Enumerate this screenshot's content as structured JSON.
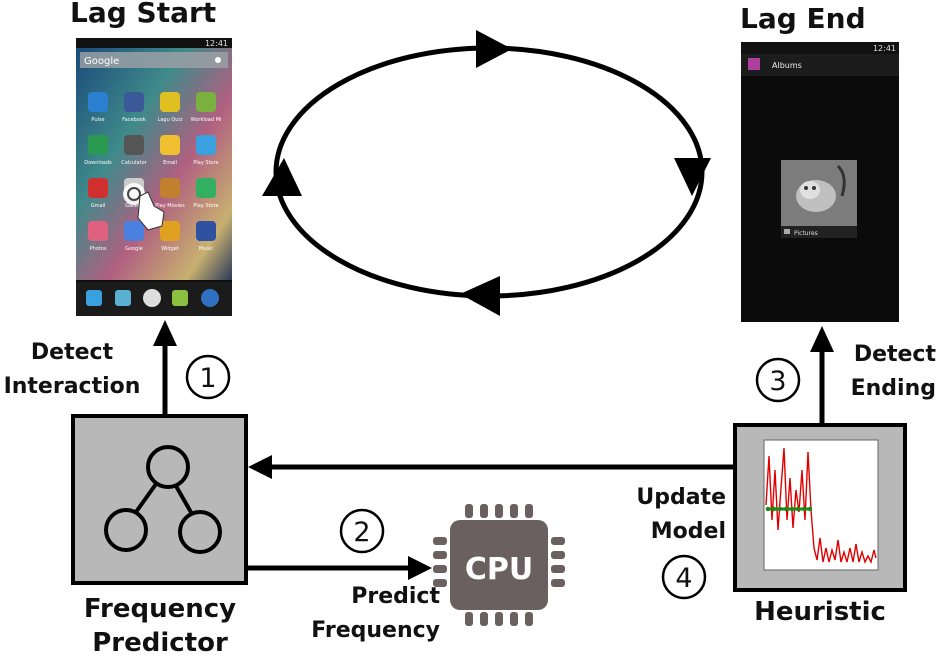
{
  "titles": {
    "lag_start": "Lag Start",
    "lag_end": "Lag End"
  },
  "steps": {
    "detect_interaction": {
      "num": "1",
      "line1": "Detect",
      "line2": "Interaction"
    },
    "predict_frequency": {
      "num": "2",
      "line1": "Predict",
      "line2": "Frequency"
    },
    "detect_ending": {
      "num": "3",
      "line1": "Detect",
      "line2": "Ending"
    },
    "update_model": {
      "num": "4",
      "line1": "Update",
      "line2": "Model"
    }
  },
  "boxes": {
    "frequency_predictor": {
      "line1": "Frequency",
      "line2": "Predictor"
    },
    "heuristic": {
      "label": "Heuristic"
    },
    "cpu": {
      "label": "CPU"
    }
  },
  "phone_start": {
    "status_time": "12:41",
    "search_label": "Google",
    "apps": [
      "Pulse",
      "Facebook",
      "Lagu Quiz",
      "Workload Mi",
      "Downloads",
      "Calculator",
      "Email",
      "Play Store",
      "Gmail",
      "Gallery",
      "Play Movies",
      "Play Store",
      "Photos",
      "Google",
      "Widget",
      "Music"
    ]
  },
  "phone_end": {
    "status_time": "12:41",
    "header_label": "Albums",
    "album_label": "Pictures"
  },
  "colors": {
    "box_fill": "#b8b8b8",
    "cpu_fill": "#6b6060",
    "signal": "#e00000",
    "trend": "#1a8a1a"
  }
}
